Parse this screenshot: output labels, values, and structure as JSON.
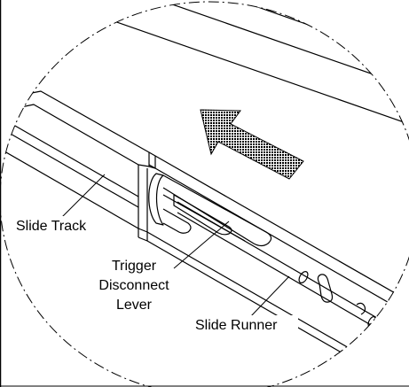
{
  "labels": {
    "slide_track": "Slide Track",
    "trigger_line1": "Trigger",
    "trigger_line2": "Disconnect",
    "trigger_line3": "Lever",
    "slide_runner": "Slide Runner"
  },
  "colors": {
    "ink": "#000000",
    "paper": "#ffffff",
    "arrow_fill": "#6a6a6a"
  },
  "icons": {
    "direction_arrow": "arrow-up-left-icon"
  }
}
